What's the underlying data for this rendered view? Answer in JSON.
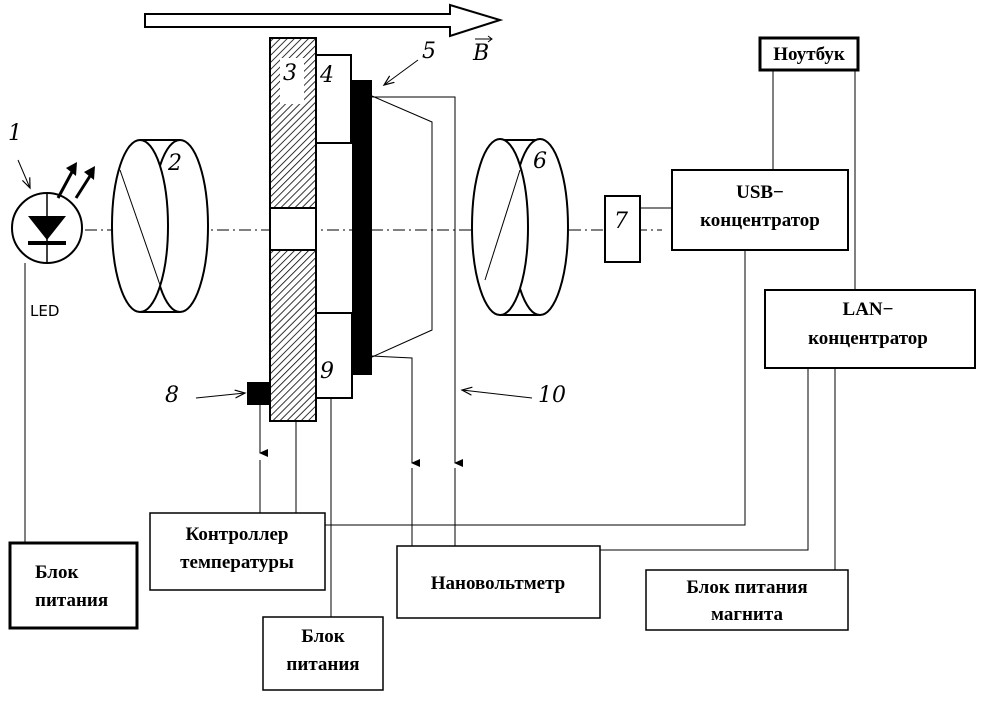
{
  "labels": {
    "led_number": "1",
    "lens_in": "2",
    "plate": "3",
    "element4": "4",
    "element5": "5",
    "lens_out": "6",
    "element7": "7",
    "sensor8": "8",
    "element9": "9",
    "element10": "10",
    "led": "LED",
    "field": "B"
  },
  "boxes": {
    "laptop": "Ноутбук",
    "usb": [
      "USB−",
      "концентратор"
    ],
    "lan": [
      "LAN−",
      "концентратор"
    ],
    "power_led": [
      "Блок",
      "питания"
    ],
    "temp_controller": [
      "Контроллер",
      "температуры"
    ],
    "nanovoltmeter": "Нановольтметр",
    "magnet_power": [
      "Блок питания",
      "магнита"
    ],
    "power_heater": [
      "Блок",
      "питания"
    ]
  }
}
